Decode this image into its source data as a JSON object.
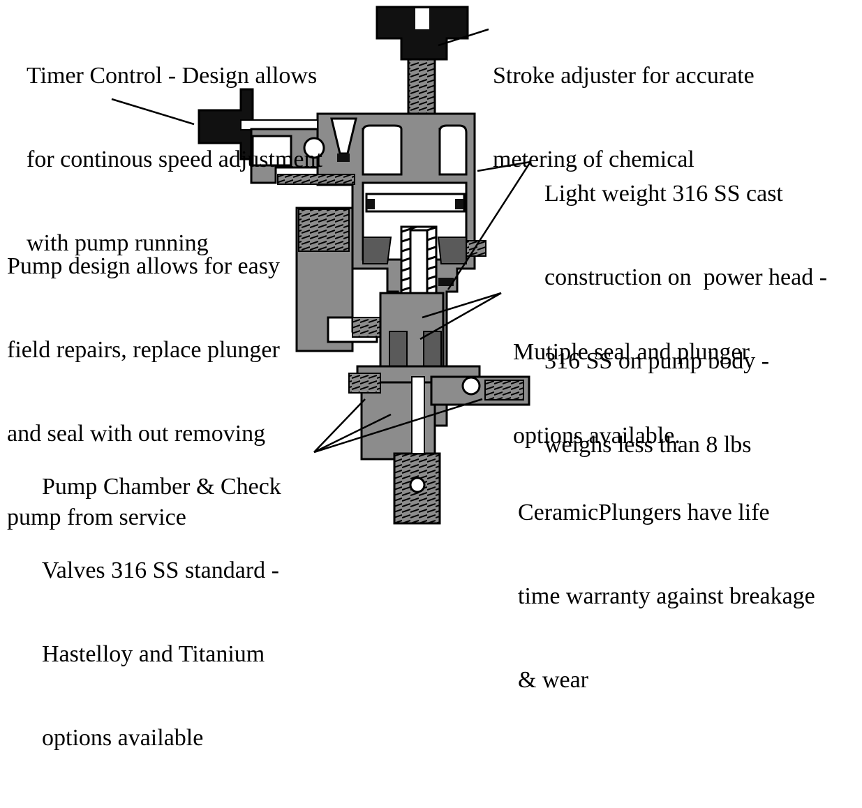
{
  "callouts": {
    "timer_control": [
      "Timer Control - Design allows",
      "for continous speed adjustment",
      "with pump running"
    ],
    "stroke_adjuster": [
      "Stroke adjuster for accurate",
      "metering of chemical"
    ],
    "light_weight": [
      "Light weight 316 SS cast",
      "construction on  power head -",
      "316 SS on pump body -",
      "weighs less than 8 lbs"
    ],
    "pump_design": [
      "Pump design allows for easy",
      "field repairs, replace plunger",
      "and seal with out removing",
      "pump from service"
    ],
    "multiple_seal": [
      "Mutiple seal and plunger",
      "options available."
    ],
    "pump_chamber": [
      "Pump Chamber & Check",
      "Valves 316 SS standard -",
      "Hastelloy and Titanium",
      "options available"
    ],
    "ceramic_plungers": [
      "CeramicPlungers have life",
      "time warranty against breakage",
      "& wear"
    ]
  },
  "colors": {
    "ink": "#000000",
    "steel": "#8c8c8c",
    "steel_dark": "#5a5a5a",
    "cavity": "#ffffff"
  }
}
